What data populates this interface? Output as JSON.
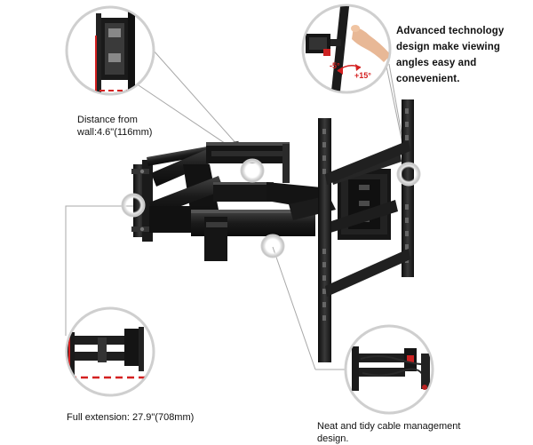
{
  "captions": {
    "distance": "Distance from\nwall:4.6\"(116mm)",
    "advanced": "Advanced technology\ndesign make viewing\nangles easy and\nconevenient.",
    "full_extension": "Full extension: 27.9\"(708mm)",
    "cable": "Neat and tidy cable management\ndesign."
  },
  "tilt": {
    "minus": "-5°",
    "plus": "+15°"
  },
  "colors": {
    "metal": "#1c1c1c",
    "metal_highlight": "#4a4a4a",
    "accent_red": "#d42020",
    "leader_line": "#a8a8a8",
    "ring": "#c8c8c8"
  }
}
